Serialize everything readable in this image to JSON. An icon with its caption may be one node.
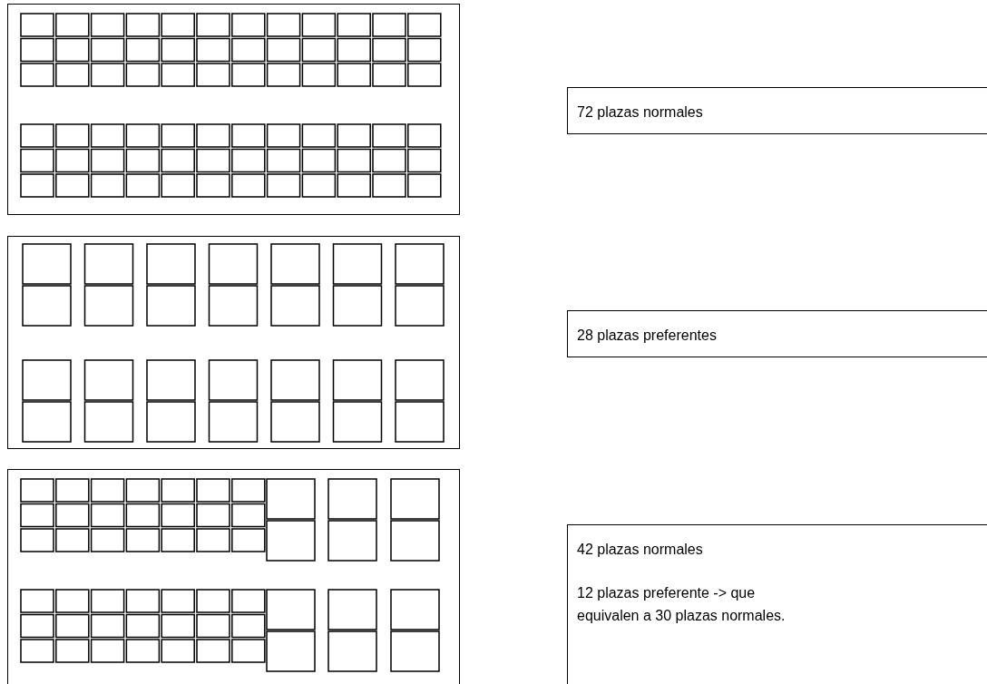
{
  "diagram": {
    "nodes": [
      {
        "text": [],
        "shape": "box"
      },
      {
        "text": [
          "72 plazas normales"
        ]
      },
      {
        "text": [],
        "shape": "box"
      },
      {
        "text": [
          "28 plazas preferentes"
        ]
      },
      {
        "text": [],
        "shape": "box"
      },
      {
        "text": [
          "42 plazas normales",
          "12 plazas preferente -> que equivalen a 30 plazas normales."
        ]
      }
    ],
    "edges": []
  }
}
